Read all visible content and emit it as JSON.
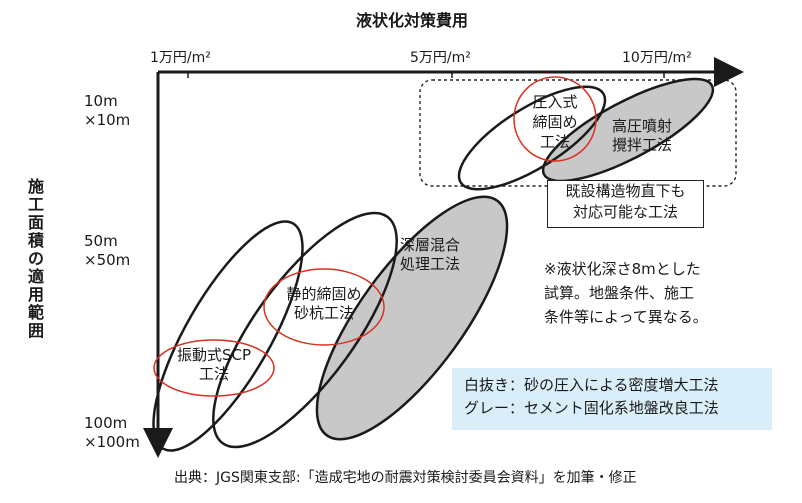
{
  "diagram": {
    "title": "液状化対策費用",
    "y_axis_title": "施工面積の適用範囲",
    "x_ticks": [
      "1万円/m²",
      "5万円/m²",
      "10万円/m²"
    ],
    "y_ticks": [
      {
        "line1": "10m",
        "line2": "×10m"
      },
      {
        "line1": "50m",
        "line2": "×50m"
      },
      {
        "line1": "100m",
        "line2": "×100m"
      }
    ],
    "methods": [
      {
        "line1": "振動式SCP",
        "line2": "工法",
        "style": "white",
        "highlighted": true
      },
      {
        "line1": "静的締固め",
        "line2": "砂杭工法",
        "style": "white",
        "highlighted": true
      },
      {
        "line1": "深層混合",
        "line2": "処理工法",
        "style": "gray",
        "highlighted": false
      },
      {
        "line1": "圧入式",
        "line2": "締固め",
        "line3": "工法",
        "style": "white",
        "highlighted": true
      },
      {
        "line1": "高圧噴射",
        "line2": "攪拌工法",
        "style": "gray",
        "highlighted": false
      }
    ],
    "callout": {
      "line1": "既設構造物直下も",
      "line2": "対応可能な工法"
    },
    "note": {
      "line1": "※液状化深さ8mとした",
      "line2": "試算。地盤条件、施工",
      "line3": "条件等によって異なる。"
    },
    "legend": {
      "line1": "白抜き：砂の圧入による密度増大工法",
      "line2": "グレー：セメント固化系地盤改良工法",
      "background": "#d9eef8"
    },
    "source": "出典：JGS関東支部:「造成宅地の耐震対策検討委員会資料」を加筆・修正",
    "colors": {
      "gray_fill": "#c8c8c8",
      "highlight_ring": "#d9301f",
      "axis": "#1a1a1a"
    }
  }
}
